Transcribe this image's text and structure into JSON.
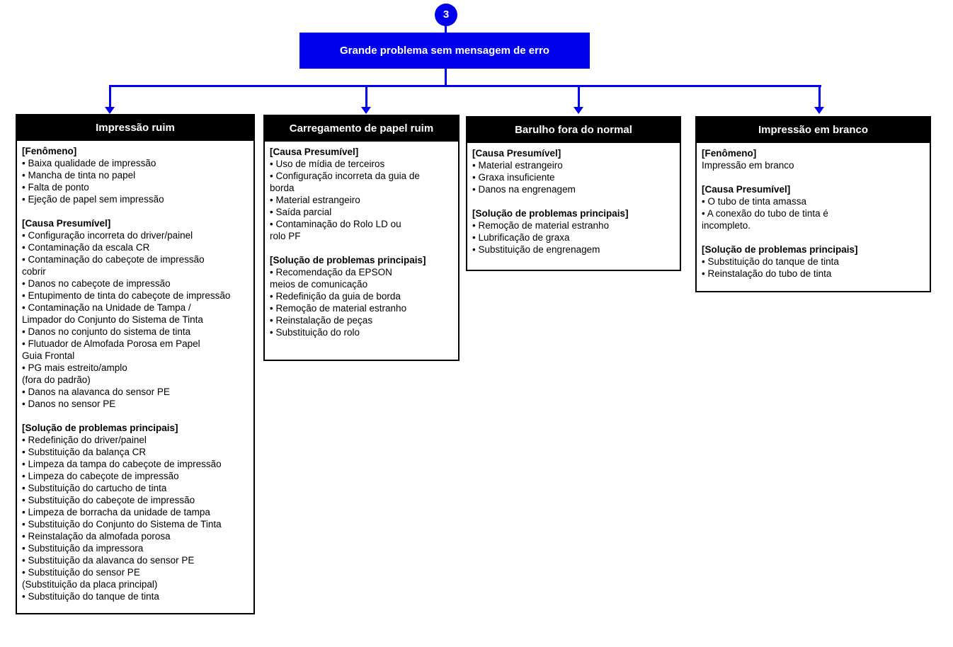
{
  "palette": {
    "accent_blue": "#0000ee",
    "node_black": "#000000",
    "text_white": "#ffffff"
  },
  "root": {
    "badge": "3",
    "title": "Grande problema sem mensagem de erro"
  },
  "boxes": [
    {
      "title": "Impressão ruim",
      "sections": [
        {
          "heading": "[Fenômeno]",
          "lines": [
            "• Baixa qualidade de impressão",
            "• Mancha de tinta no papel",
            "• Falta de ponto",
            "• Ejeção de papel sem impressão"
          ]
        },
        {
          "heading": "[Causa Presumível]",
          "lines": [
            "• Configuração incorreta do driver/painel",
            "• Contaminação da escala CR",
            "• Contaminação do cabeçote de impressão",
            "cobrir",
            "• Danos no cabeçote de impressão",
            "• Entupimento de tinta do cabeçote de impressão",
            "• Contaminação na Unidade de Tampa /",
            "Limpador do Conjunto do Sistema de Tinta",
            "• Danos no conjunto do sistema de tinta",
            "• Flutuador de Almofada Porosa em Papel",
            "Guia Frontal",
            "• PG mais estreito/amplo",
            "(fora do padrão)",
            "• Danos na alavanca do sensor PE",
            "• Danos no sensor PE"
          ]
        },
        {
          "heading": "[Solução de problemas principais]",
          "lines": [
            "• Redefinição do driver/painel",
            "• Substituição da balança CR",
            "• Limpeza da tampa do cabeçote de impressão",
            "• Limpeza do cabeçote de impressão",
            "• Substituição do cartucho de tinta",
            "• Substituição do cabeçote de impressão",
            "• Limpeza de borracha da unidade de tampa",
            "• Substituição do Conjunto do Sistema de Tinta",
            "• Reinstalação da almofada porosa",
            "• Substituição da impressora",
            "• Substituição da alavanca do sensor PE",
            "• Substituição do sensor PE",
            "(Substituição da placa principal)",
            "• Substituição do tanque de tinta"
          ]
        }
      ]
    },
    {
      "title": "Carregamento de papel ruim",
      "sections": [
        {
          "heading": "[Causa Presumível]",
          "lines": [
            "• Uso de mídia de terceiros",
            "• Configuração incorreta da guia de",
            "borda",
            "• Material estrangeiro",
            "• Saída parcial",
            "• Contaminação do Rolo LD ou",
            "rolo PF"
          ]
        },
        {
          "heading": "[Solução de problemas principais]",
          "lines": [
            "• Recomendação da EPSON",
            "meios de comunicação",
            "• Redefinição da guia de borda",
            "• Remoção de material estranho",
            "• Reinstalação de peças",
            "• Substituição do rolo"
          ]
        }
      ]
    },
    {
      "title": "Barulho fora do normal",
      "sections": [
        {
          "heading": "[Causa Presumível]",
          "lines": [
            "• Material estrangeiro",
            "• Graxa insuficiente",
            "• Danos na engrenagem"
          ]
        },
        {
          "heading": "[Solução de problemas principais]",
          "lines": [
            "• Remoção de material estranho",
            "• Lubrificação de graxa",
            "• Substituição de engrenagem"
          ]
        }
      ]
    },
    {
      "title": "Impressão em branco",
      "sections": [
        {
          "heading": "[Fenômeno]",
          "lines": [
            "Impressão em branco"
          ]
        },
        {
          "heading": "[Causa Presumível]",
          "lines": [
            "• O tubo de tinta amassa",
            "• A conexão do tubo de tinta é",
            "incompleto."
          ]
        },
        {
          "heading": "[Solução de problemas principais]",
          "lines": [
            "• Substituição do tanque de tinta",
            "• Reinstalação do tubo de tinta"
          ]
        }
      ]
    }
  ]
}
